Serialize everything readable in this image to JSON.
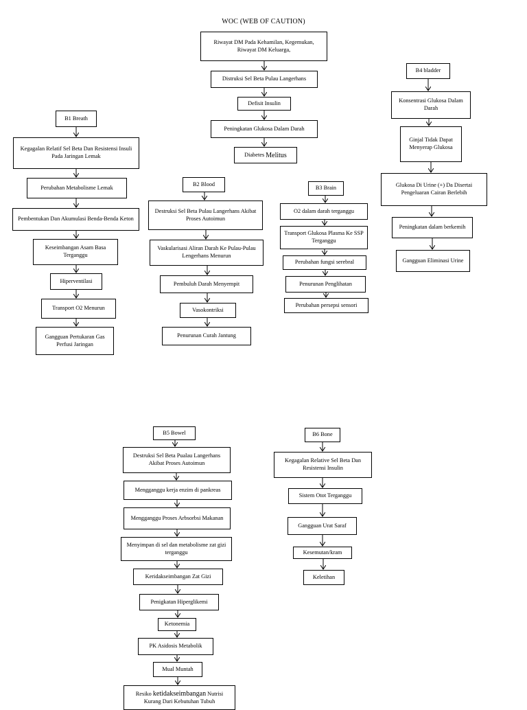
{
  "title": "WOC (WEB OF CAUTION)",
  "main": {
    "n1": "Riwayat DM Pada Kehamilan, Kegemukan, Riwayat DM Keluarga,",
    "n2": "Distruksi Sel Beta Pulau Langerhans",
    "n3": "Defisit Insulin",
    "n4": "Peningkatan Glukosa Dalam Darah",
    "n5_prefix": "Diabetes",
    "n5_word": "Melitus"
  },
  "b1": {
    "header": "B1 Breath",
    "items": [
      "Kegagalan Relatif Sel Beta Dan Resistensi Insuli Pada Jaringan Lemak",
      "Perubahan Metabolisme Lemak",
      "Pembentukan Dan Akumulasi Benda-Benda Keton",
      "Keseimbangan Asam Basa Terganggu",
      "Hiperventilasi",
      "Transport O2 Menurun",
      "Gangguan Pertukaran Gas Perfusi Jaringan"
    ]
  },
  "b2": {
    "header": "B2 Blood",
    "items": [
      "Destruksi Sel Beta Pulau Langerhans Akibat Proses Autoimun",
      "Vaskularisasi Aliran Darah Ke Pulau-Pulau Lengerhans Menurun",
      "Pembuluh Darah Menyempit",
      "Vasokontriksi",
      "Penurunan Curah Jantung"
    ]
  },
  "b3": {
    "header": "B3 Brain",
    "items": [
      "O2 dalam darah terganggu",
      "Transport Glukosa Plasma Ke SSP Terganggu",
      "Perubahan fungsi serebral",
      "Penurunan Penglihatan",
      "Perubahan persepsi sensori"
    ]
  },
  "b4": {
    "header": "B4 bladder",
    "items": [
      "Konsentrasi Glukosa Dalam Darah",
      "Ginjal Tidak Dapat Menyerap Glukosa",
      "Glukosa Di Urine (+) Da Disertai Pengeluaran Cairan Berlebih",
      "Peningkatan dalam berkemih",
      "Gangguan Eliminasi Urine"
    ]
  },
  "b5": {
    "header": "B5 Bowel",
    "items": [
      "Destruksi Sel Beta Pualau Langerhans Akibat Proses Autoimun",
      "Mengganggu kerja enzim di pankreas",
      "Mengganggu Proses Arbsorbsi Makanan",
      "Menyimpan di sel dan metabolisme zat gizi terganggu",
      "Keridakseimbangan Zat Gizi",
      "Penigkatan Hiperglikemi",
      "Ketonemia",
      "PK Asidosis Metabolik",
      "Mual Muntah"
    ],
    "last_prefix": "Resiko",
    "last_word": "ketidakseimbangan",
    "last_suffix": "Nutrisi Kurang Dari Kebutuhan Tubuh"
  },
  "b6": {
    "header": "B6 Bone",
    "items": [
      "Kegagalan Relative Sel Beta Dan Resistensi Insulin",
      "Sistem Otot Terganggu",
      "Gangguan Urat Saraf",
      "Kesemutan/kram",
      "Keletihan"
    ]
  }
}
